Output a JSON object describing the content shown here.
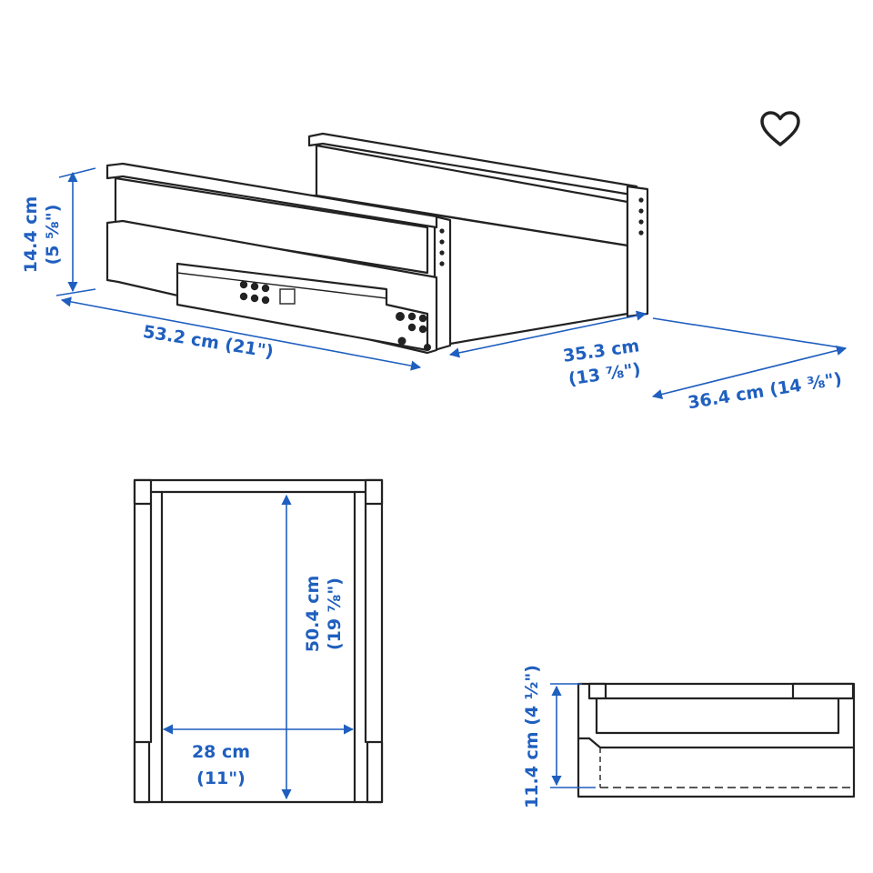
{
  "favorite": {
    "icon": "heart-outline-icon",
    "color": "#222222"
  },
  "colors": {
    "dimension": "#1f5fbf",
    "outline": "#222222"
  },
  "dimensions": {
    "height_total": {
      "metric": "14.4 cm",
      "imperial": "(5 ⅝\")"
    },
    "depth_outer": {
      "combined": "53.2 cm (21\")"
    },
    "width_inner": {
      "metric": "35.3 cm",
      "imperial": "(13 ⅞\")"
    },
    "width_outer": {
      "combined": "36.4 cm (14 ⅜\")"
    },
    "depth_inner": {
      "metric": "50.4 cm",
      "imperial": "(19 ⅞\")"
    },
    "width_top": {
      "metric": "28 cm",
      "imperial": "(11\")"
    },
    "height_inner": {
      "combined": "11.4 cm (4 ½\")"
    }
  }
}
